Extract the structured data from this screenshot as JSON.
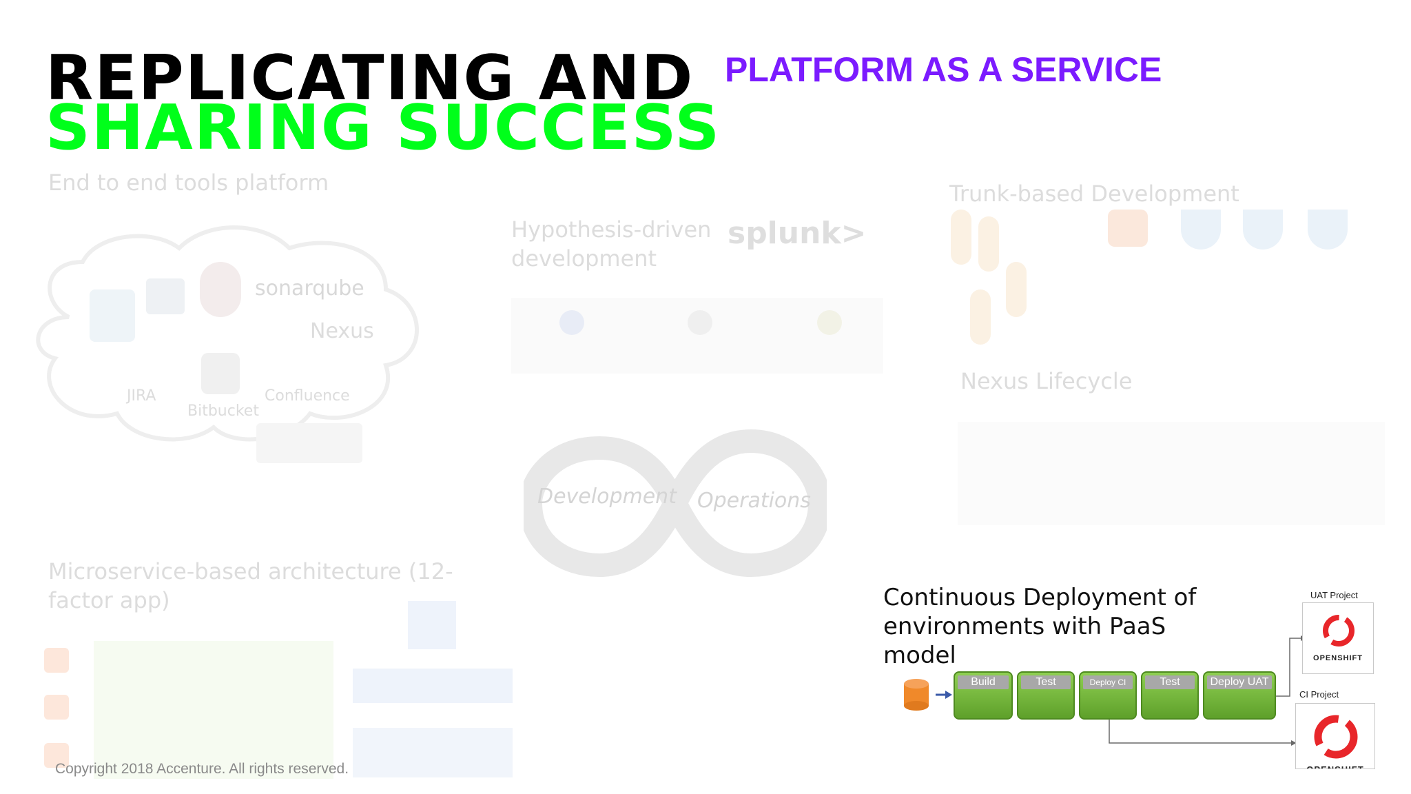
{
  "title": {
    "line1": "REPLICATING AND",
    "line2": "SHARING SUCCESS",
    "subtitle": "PLATFORM AS A SERVICE"
  },
  "faded": {
    "tools_platform": "End to end tools platform",
    "hypothesis": "Hypothesis-driven development",
    "trunk": "Trunk-based Development",
    "nexus_lifecycle": "Nexus Lifecycle",
    "microservice": "Microservice-based architecture (12-factor app)",
    "splunk": "splunk>",
    "sonarqube": "sonarqube",
    "nexus": "Nexus",
    "jira": "JIRA",
    "bitbucket": "Bitbucket",
    "confluence": "Confluence",
    "development": "Development",
    "operations": "Operations"
  },
  "cd": {
    "heading": "Continuous Deployment of environments with PaaS model",
    "stages": [
      "Build",
      "Test",
      "Deploy CI",
      "Test",
      "Deploy UAT"
    ],
    "uat_project": "UAT Project",
    "ci_project": "CI Project",
    "openshift": "OPENSHIFT"
  },
  "copyright": "Copyright 2018 Accenture. All rights reserved.",
  "colors": {
    "title_black": "#000000",
    "title_green": "#00ff1a",
    "subtitle_purple": "#7b1bff",
    "stage_green": "#6bb234",
    "openshift_red": "#e8262a",
    "db_orange": "#f0892a"
  }
}
